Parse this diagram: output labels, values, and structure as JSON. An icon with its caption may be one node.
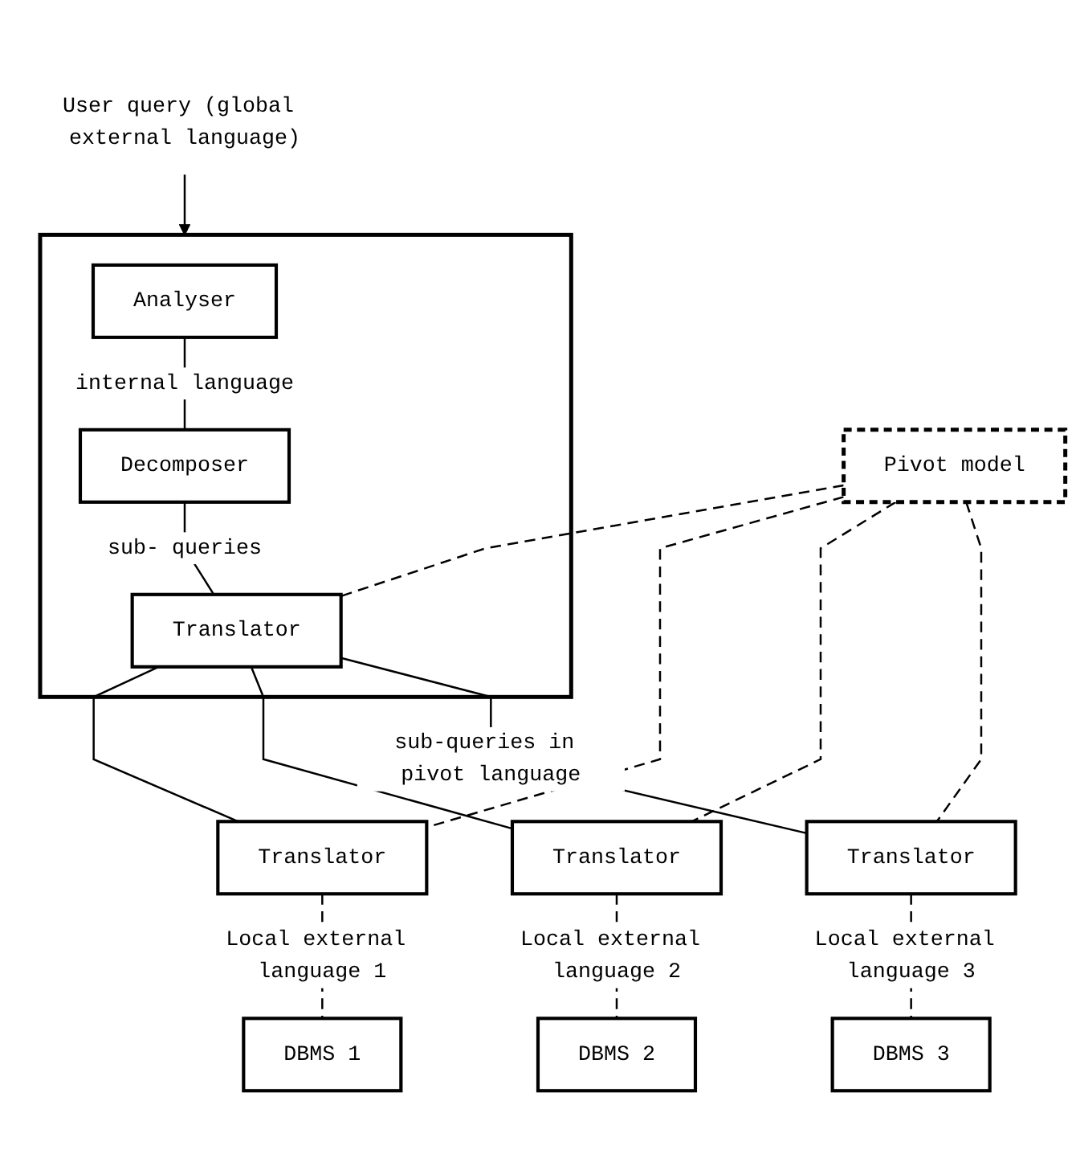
{
  "diagram": {
    "nodes": [
      {
        "text": [
          "User query (global external language)"
        ]
      },
      {
        "text": [],
        "shape": "box"
      },
      {
        "text": [
          "Analyser"
        ],
        "in": 1
      },
      {
        "text": [
          "Decomposer"
        ],
        "in": 1
      },
      {
        "text": [
          "Translator"
        ],
        "in": 1
      },
      {
        "text": [
          "Pivot model"
        ]
      },
      {
        "text": [
          "Translator"
        ]
      },
      {
        "text": [
          "Translator"
        ]
      },
      {
        "text": [
          "Translator"
        ]
      },
      {
        "text": [
          "DBMS 1"
        ]
      },
      {
        "text": [
          "DBMS 2"
        ]
      },
      {
        "text": [
          "DBMS 3"
        ]
      }
    ],
    "edges": [
      {
        "from": 0,
        "to": 1,
        "arrow": "to"
      },
      {
        "from": 2,
        "to": 3,
        "arrow": "none",
        "label": "internal language"
      },
      {
        "from": 3,
        "to": 4,
        "arrow": "none",
        "label": "sub- queries"
      },
      {
        "from": 5,
        "to": 4,
        "arrow": "none",
        "style": "dashed"
      },
      {
        "from": 4,
        "to": 6,
        "arrow": "none"
      },
      {
        "from": 4,
        "to": 7,
        "arrow": "none"
      },
      {
        "from": 4,
        "to": 8,
        "arrow": "none",
        "label": "sub-queries in pivot language"
      },
      {
        "from": 5,
        "to": 6,
        "arrow": "none",
        "style": "dashed"
      },
      {
        "from": 5,
        "to": 7,
        "arrow": "none",
        "style": "dashed"
      },
      {
        "from": 5,
        "to": 8,
        "arrow": "none",
        "style": "dashed"
      },
      {
        "from": 6,
        "to": 9,
        "arrow": "none",
        "style": "dashed",
        "label": "Local external language 1"
      },
      {
        "from": 7,
        "to": 10,
        "arrow": "none",
        "style": "dashed",
        "label": "Local external language 2"
      },
      {
        "from": 8,
        "to": 11,
        "arrow": "none",
        "style": "dashed",
        "label": "Local external language 3"
      }
    ]
  }
}
